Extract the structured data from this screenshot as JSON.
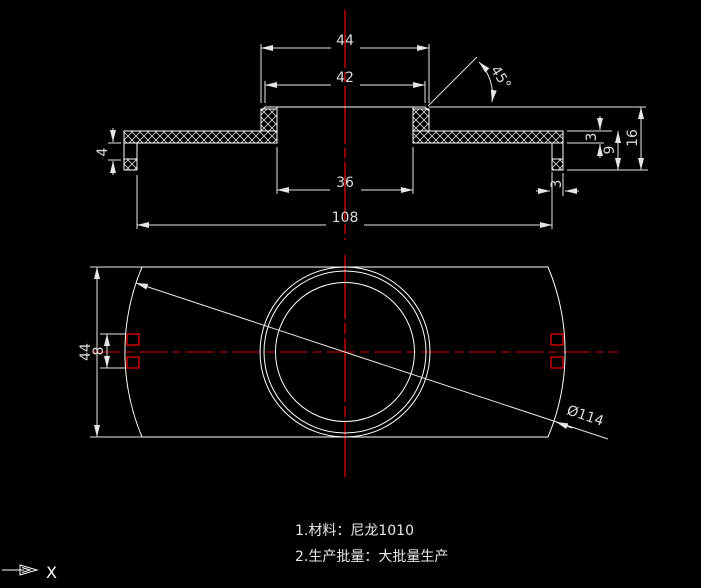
{
  "drawing": {
    "type": "cad-2d-part-drawing",
    "colors": {
      "background": "#000000",
      "object_lines": "#ffffff",
      "dimension_text": "#dcdcdc",
      "vertical_centerline": "#b40000",
      "horizontal_centerline": "#8a0000",
      "feature_marks": "#c80000"
    },
    "section_view": {
      "dims": {
        "boss_outer_width": "44",
        "boss_top_width": "42",
        "chamfer_angle": "45°",
        "hole_width": "36",
        "overall_width": "108",
        "left_lip_height": "4",
        "flange_thickness": "3",
        "rim_depth": "9",
        "total_height": "16",
        "lip_thickness": "3"
      }
    },
    "plan_view": {
      "dims": {
        "view_height": "44",
        "tab_width": "8",
        "outer_diameter": "Ø114"
      }
    },
    "notes": {
      "line1": "1.材料：尼龙1010",
      "line2": "2.生产批量：大批量生产"
    },
    "axis_indicator": {
      "label": "X"
    }
  }
}
